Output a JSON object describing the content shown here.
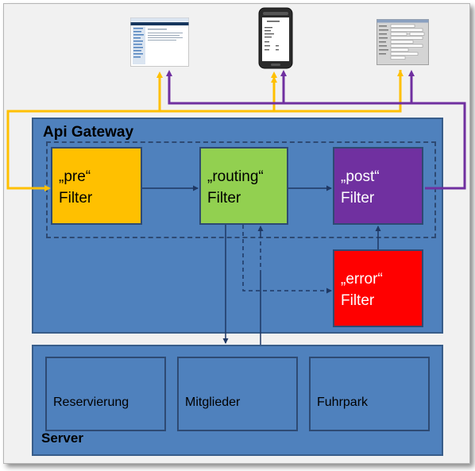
{
  "colors": {
    "background": "#f1f1f1",
    "panel_fill": "#4f81bd",
    "panel_border": "#385d8a",
    "pre_filter": "#ffc000",
    "routing_filter": "#92d050",
    "post_filter": "#7030a0",
    "error_filter": "#ff0000",
    "orange_line": "#ffc000",
    "purple_line": "#7030a0",
    "dark_arrow": "#1f3864"
  },
  "clients": [
    {
      "name": "web-app-client",
      "icon": "browser-window-icon"
    },
    {
      "name": "mobile-app-client",
      "icon": "mobile-phone-icon"
    },
    {
      "name": "desktop-app-client",
      "icon": "desktop-form-window-icon"
    }
  ],
  "gateway": {
    "title": "Api Gateway",
    "filters": {
      "pre": {
        "line1": "„pre“",
        "line2": "Filter"
      },
      "routing": {
        "line1": "„routing“",
        "line2": "Filter"
      },
      "post": {
        "line1": "„post“",
        "line2": "Filter"
      },
      "error": {
        "line1": "„error“",
        "line2": "Filter"
      }
    }
  },
  "server": {
    "title": "Server",
    "services": [
      {
        "label": "Reservierung"
      },
      {
        "label": "Mitglieder"
      },
      {
        "label": "Fuhrpark"
      }
    ]
  }
}
